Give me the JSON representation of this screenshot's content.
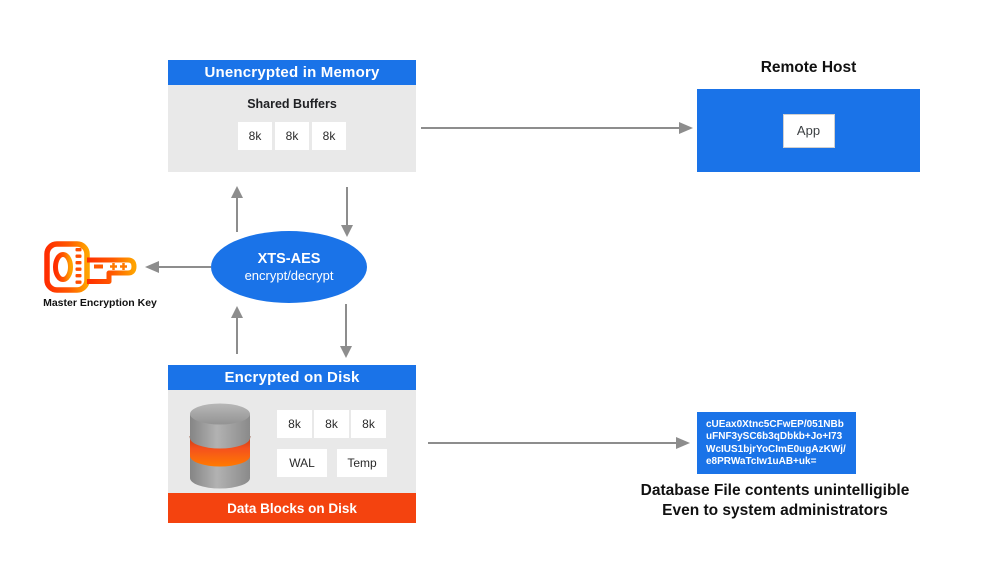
{
  "colors": {
    "blue": "#1a73e8",
    "orange": "#f4430f",
    "panel_gray": "#e9e9e9",
    "arrow_gray": "#8d8d8d",
    "key_orange_start": "#ff2d00",
    "key_orange_end": "#ffa300"
  },
  "memory_box": {
    "title": "Unencrypted in Memory",
    "subtitle": "Shared Buffers",
    "blocks": [
      "8k",
      "8k",
      "8k"
    ]
  },
  "remote_host": {
    "label": "Remote Host",
    "app_label": "App"
  },
  "cipher": {
    "line1": "XTS-AES",
    "line2": "encrypt/decrypt"
  },
  "key": {
    "label": "Master Encryption Key"
  },
  "disk_box": {
    "title": "Encrypted on Disk",
    "blocks": [
      "8k",
      "8k",
      "8k"
    ],
    "wal_label": "WAL",
    "temp_label": "Temp",
    "footer": "Data Blocks on Disk"
  },
  "ciphertext": {
    "lines": [
      "cUEax0Xtnc5CFwEP/051NBb",
      "uFNF3ySC6b3qDbkb+Jo+I73",
      "WcIUS1bjrYoCImE0ugAzKWj/",
      "e8PRWaTcIw1uAB+uk="
    ]
  },
  "caption": {
    "line1": "Database File contents unintelligible",
    "line2": "Even to system administrators"
  }
}
